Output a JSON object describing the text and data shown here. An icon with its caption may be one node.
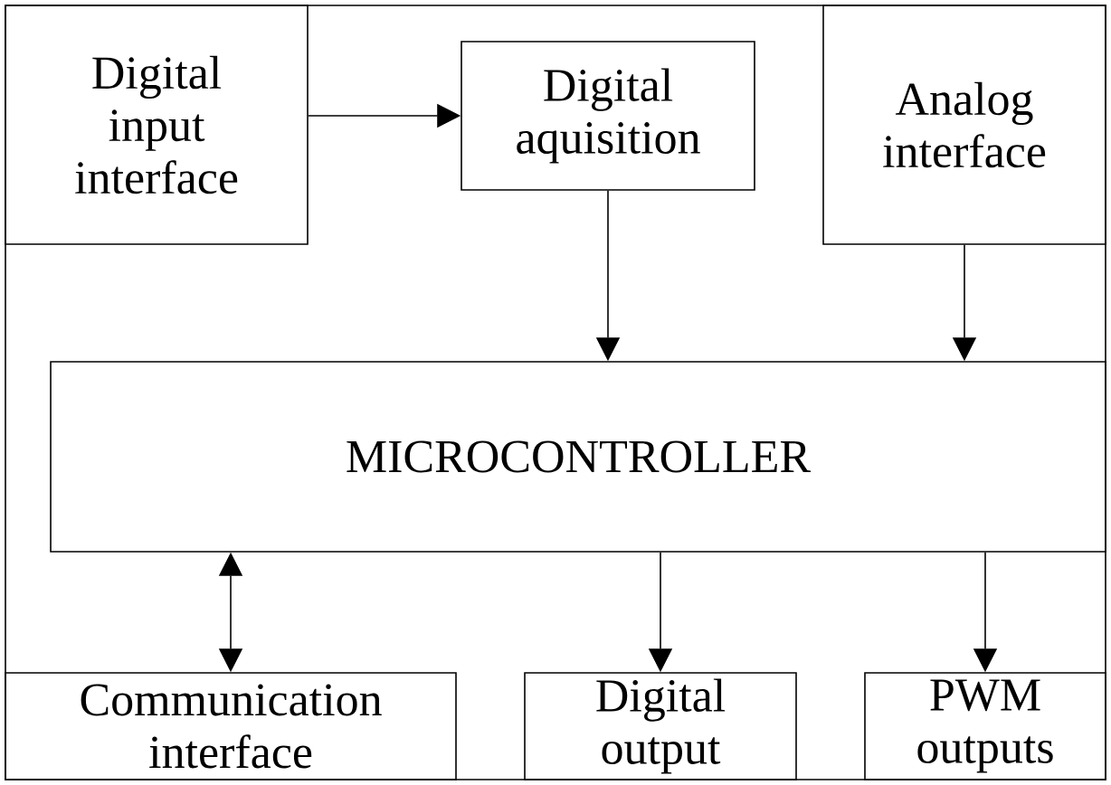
{
  "diagram": {
    "nodes": [
      {
        "text": [
          "Digital input interface"
        ]
      },
      {
        "text": [
          "Digital aquisition"
        ]
      },
      {
        "text": [
          "Analog interface"
        ]
      },
      {
        "text": [
          "MICROCONTROLLER"
        ]
      },
      {
        "text": [
          "Communication interface"
        ]
      },
      {
        "text": [
          "Digital output"
        ]
      },
      {
        "text": [
          "PWM outputs"
        ]
      }
    ],
    "edges": [
      {
        "from": 0,
        "to": 1,
        "arrow": "to"
      },
      {
        "from": 1,
        "to": 3,
        "arrow": "to"
      },
      {
        "from": 2,
        "to": 3,
        "arrow": "to"
      },
      {
        "from": 3,
        "to": 4,
        "arrow": "both"
      },
      {
        "from": 3,
        "to": 5,
        "arrow": "to"
      },
      {
        "from": 3,
        "to": 6,
        "arrow": "to"
      }
    ]
  }
}
